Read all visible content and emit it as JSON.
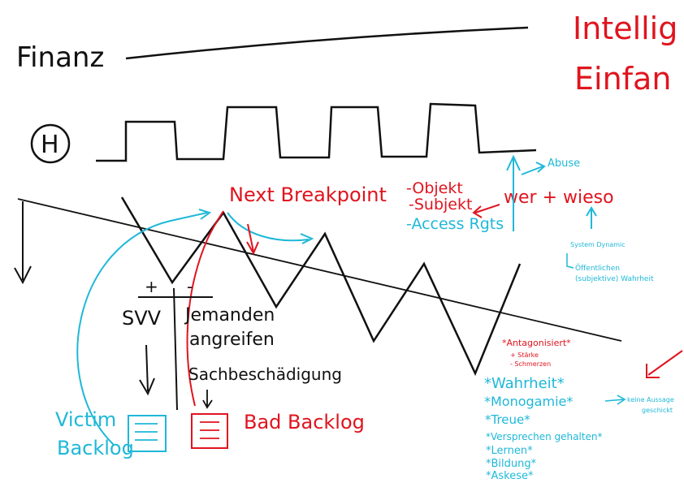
{
  "colors": {
    "ink": "#111111",
    "red": "#e0141e",
    "cyan": "#1fb8d8",
    "background": "#ffffff"
  },
  "labels": {
    "finanz": "Finanz",
    "heading_red_1": "Intellig",
    "heading_red_2": "Einfan",
    "circle_symbol": "H",
    "next_breakpoint": "Next Breakpoint",
    "objekt": "-Objekt",
    "subjekt": "-Subjekt",
    "access_rights": "-Access Rgts",
    "wer_wieso": "wer + wieso",
    "abuse": "Abuse",
    "system_dynamics": "System Dynamic",
    "oeffentlichen": "Öffentlichen",
    "subjektive_wahrheit": "(subjektive) Wahrheit",
    "plus": "+",
    "minus": "-",
    "svv": "SVV",
    "jemanden": "Jemanden",
    "angreifen": "angreifen",
    "sachbeschaedigung": "Sachbeschädigung",
    "victim": "Victim",
    "backlog": "Backlog",
    "bad_backlog": "Bad Backlog",
    "antagonisiert": "*Antagonisiert*",
    "staerke": "+ Stärke",
    "schmerzen": "- Schmerzen",
    "wahrheit": "*Wahrheit*",
    "monogamie": "*Monogamie*",
    "keine_aussage": "keine Aussage",
    "geschickt": "geschickt",
    "treue": "*Treue*",
    "versprechen": "*Versprechen gehalten*",
    "lernen": "*Lernen*",
    "bildung": "*Bildung*",
    "askese": "*Askese*"
  }
}
